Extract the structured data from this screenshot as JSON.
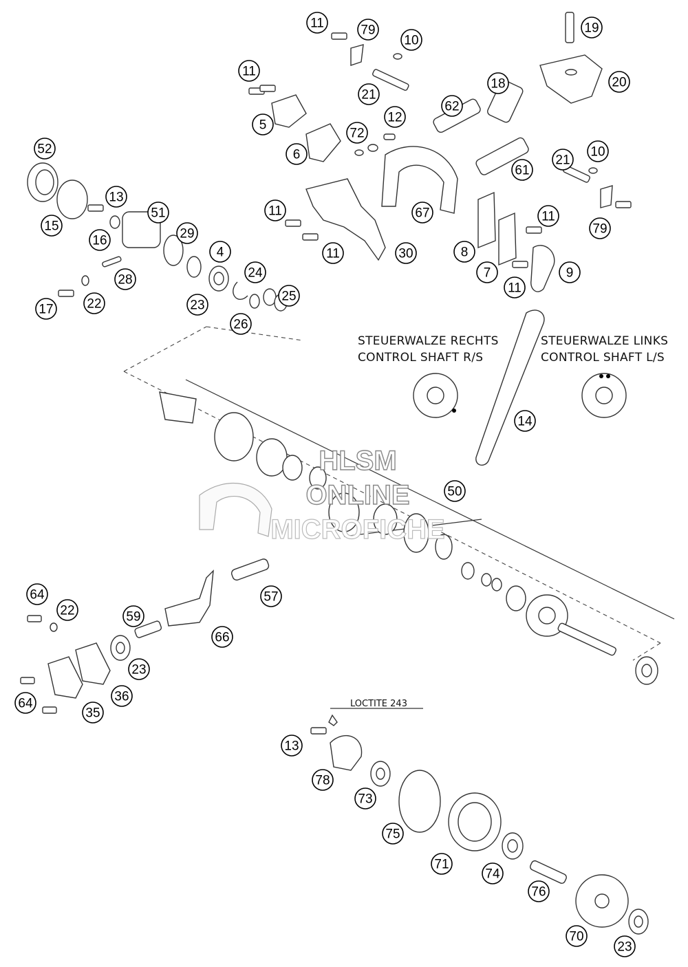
{
  "captions": {
    "right_de": "STEUERWALZE RECHTS",
    "right_en": "CONTROL SHAFT R/S",
    "left_de": "STEUERWALZE LINKS",
    "left_en": "CONTROL SHAFT L/S",
    "loctite": "LOCTITE 243"
  },
  "watermark": {
    "line1": "HLSM",
    "line2": "ONLINE",
    "line3": "MICROFICHE"
  },
  "callouts": [
    "11",
    "79",
    "10",
    "19",
    "20",
    "11",
    "21",
    "18",
    "62",
    "5",
    "12",
    "72",
    "6",
    "52",
    "10",
    "21",
    "61",
    "13",
    "51",
    "11",
    "67",
    "11",
    "79",
    "15",
    "29",
    "16",
    "11",
    "8",
    "30",
    "4",
    "24",
    "7",
    "9",
    "11",
    "28",
    "17",
    "22",
    "23",
    "25",
    "26",
    "14",
    "50",
    "57",
    "64",
    "22",
    "59",
    "66",
    "23",
    "36",
    "64",
    "35",
    "13",
    "78",
    "73",
    "75",
    "71",
    "74",
    "76",
    "70",
    "23"
  ]
}
